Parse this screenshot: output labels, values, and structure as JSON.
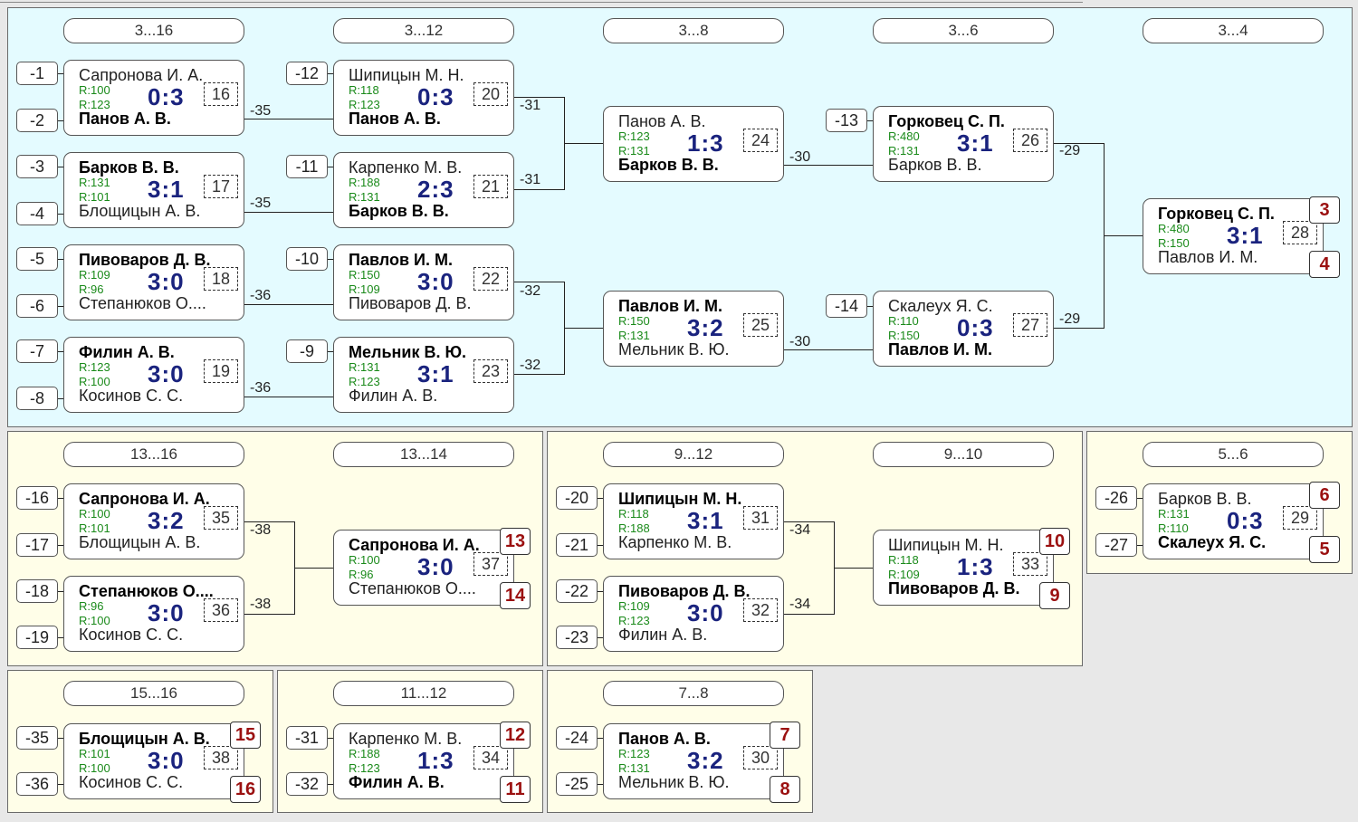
{
  "panels": [
    {
      "stages": [
        "3...16",
        "3...12",
        "3...8",
        "3...6",
        "3...4"
      ]
    },
    {
      "stages": [
        "13...16",
        "13...14"
      ]
    },
    {
      "stages": [
        "9...12",
        "9...10"
      ]
    },
    {
      "stages": [
        "5...6"
      ]
    },
    {
      "stages": [
        "15...16"
      ]
    },
    {
      "stages": [
        "11...12"
      ]
    },
    {
      "stages": [
        "7...8"
      ]
    }
  ],
  "slots": [
    "-1",
    "-2",
    "-3",
    "-4",
    "-5",
    "-6",
    "-7",
    "-8",
    "-12",
    "-11",
    "-10",
    "-9",
    "-13",
    "-14",
    "-16",
    "-17",
    "-18",
    "-19",
    "-20",
    "-21",
    "-22",
    "-23",
    "-26",
    "-27",
    "-35",
    "-36",
    "-31",
    "-32",
    "-24",
    "-25"
  ],
  "matches": [
    {
      "p1": "Сапронова И. А.",
      "r1": "R:100",
      "p2": "Панов А. В.",
      "r2": "R:123",
      "score": "0:3",
      "num": "16"
    },
    {
      "p1": "Барков В. В.",
      "r1": "R:131",
      "p2": "Блощицын А. В.",
      "r2": "R:101",
      "score": "3:1",
      "num": "17"
    },
    {
      "p1": "Пивоваров Д. В.",
      "r1": "R:109",
      "p2": "Степанюков О....",
      "r2": "R:96",
      "score": "3:0",
      "num": "18"
    },
    {
      "p1": "Филин А. В.",
      "r1": "R:123",
      "p2": "Косинов С. С.",
      "r2": "R:100",
      "score": "3:0",
      "num": "19"
    },
    {
      "p1": "Шипицын М. Н.",
      "r1": "R:118",
      "p2": "Панов А. В.",
      "r2": "R:123",
      "score": "0:3",
      "num": "20"
    },
    {
      "p1": "Карпенко М. В.",
      "r1": "R:188",
      "p2": "Барков В. В.",
      "r2": "R:131",
      "score": "2:3",
      "num": "21"
    },
    {
      "p1": "Павлов И. М.",
      "r1": "R:150",
      "p2": "Пивоваров Д. В.",
      "r2": "R:109",
      "score": "3:0",
      "num": "22"
    },
    {
      "p1": "Мельник В. Ю.",
      "r1": "R:131",
      "p2": "Филин А. В.",
      "r2": "R:123",
      "score": "3:1",
      "num": "23"
    },
    {
      "p1": "Панов А. В.",
      "r1": "R:123",
      "p2": "Барков В. В.",
      "r2": "R:131",
      "score": "1:3",
      "num": "24"
    },
    {
      "p1": "Павлов И. М.",
      "r1": "R:150",
      "p2": "Мельник В. Ю.",
      "r2": "R:131",
      "score": "3:2",
      "num": "25"
    },
    {
      "p1": "Горковец С. П.",
      "r1": "R:480",
      "p2": "Барков В. В.",
      "r2": "R:131",
      "score": "3:1",
      "num": "26"
    },
    {
      "p1": "Скалеух Я. С.",
      "r1": "R:110",
      "p2": "Павлов И. М.",
      "r2": "R:150",
      "score": "0:3",
      "num": "27"
    },
    {
      "p1": "Горковец С. П.",
      "r1": "R:480",
      "p2": "Павлов И. М.",
      "r2": "R:150",
      "score": "3:1",
      "num": "28"
    },
    {
      "p1": "Сапронова И. А.",
      "r1": "R:100",
      "p2": "Блощицын А. В.",
      "r2": "R:101",
      "score": "3:2",
      "num": "35"
    },
    {
      "p1": "Степанюков О....",
      "r1": "R:96",
      "p2": "Косинов С. С.",
      "r2": "R:100",
      "score": "3:0",
      "num": "36"
    },
    {
      "p1": "Сапронова И. А.",
      "r1": "R:100",
      "p2": "Степанюков О....",
      "r2": "R:96",
      "score": "3:0",
      "num": "37"
    },
    {
      "p1": "Шипицын М. Н.",
      "r1": "R:118",
      "p2": "Карпенко М. В.",
      "r2": "R:188",
      "score": "3:1",
      "num": "31"
    },
    {
      "p1": "Пивоваров Д. В.",
      "r1": "R:109",
      "p2": "Филин А. В.",
      "r2": "R:123",
      "score": "3:0",
      "num": "32"
    },
    {
      "p1": "Шипицын М. Н.",
      "r1": "R:118",
      "p2": "Пивоваров Д. В.",
      "r2": "R:109",
      "score": "1:3",
      "num": "33"
    },
    {
      "p1": "Барков В. В.",
      "r1": "R:131",
      "p2": "Скалеух Я. С.",
      "r2": "R:110",
      "score": "0:3",
      "num": "29"
    },
    {
      "p1": "Блощицын А. В.",
      "r1": "R:101",
      "p2": "Косинов С. С.",
      "r2": "R:100",
      "score": "3:0",
      "num": "38"
    },
    {
      "p1": "Карпенко М. В.",
      "r1": "R:188",
      "p2": "Филин А. В.",
      "r2": "R:123",
      "score": "1:3",
      "num": "34"
    },
    {
      "p1": "Панов А. В.",
      "r1": "R:123",
      "p2": "Мельник В. Ю.",
      "r2": "R:131",
      "score": "3:2",
      "num": "30"
    }
  ],
  "places": [
    "3",
    "4",
    "13",
    "14",
    "10",
    "9",
    "6",
    "5",
    "15",
    "16",
    "12",
    "11",
    "7",
    "8"
  ],
  "labels": [
    "-35",
    "-35",
    "-36",
    "-36",
    "-31",
    "-31",
    "-32",
    "-32",
    "-30",
    "-30",
    "-29",
    "-29",
    "-38",
    "-38",
    "-34",
    "-34"
  ],
  "colors": {
    "main_bg": "#e4fbff",
    "sub_bg": "#fffee8",
    "score": "#1a237e",
    "rating": "#1a8a1a",
    "place": "#9b1010"
  }
}
